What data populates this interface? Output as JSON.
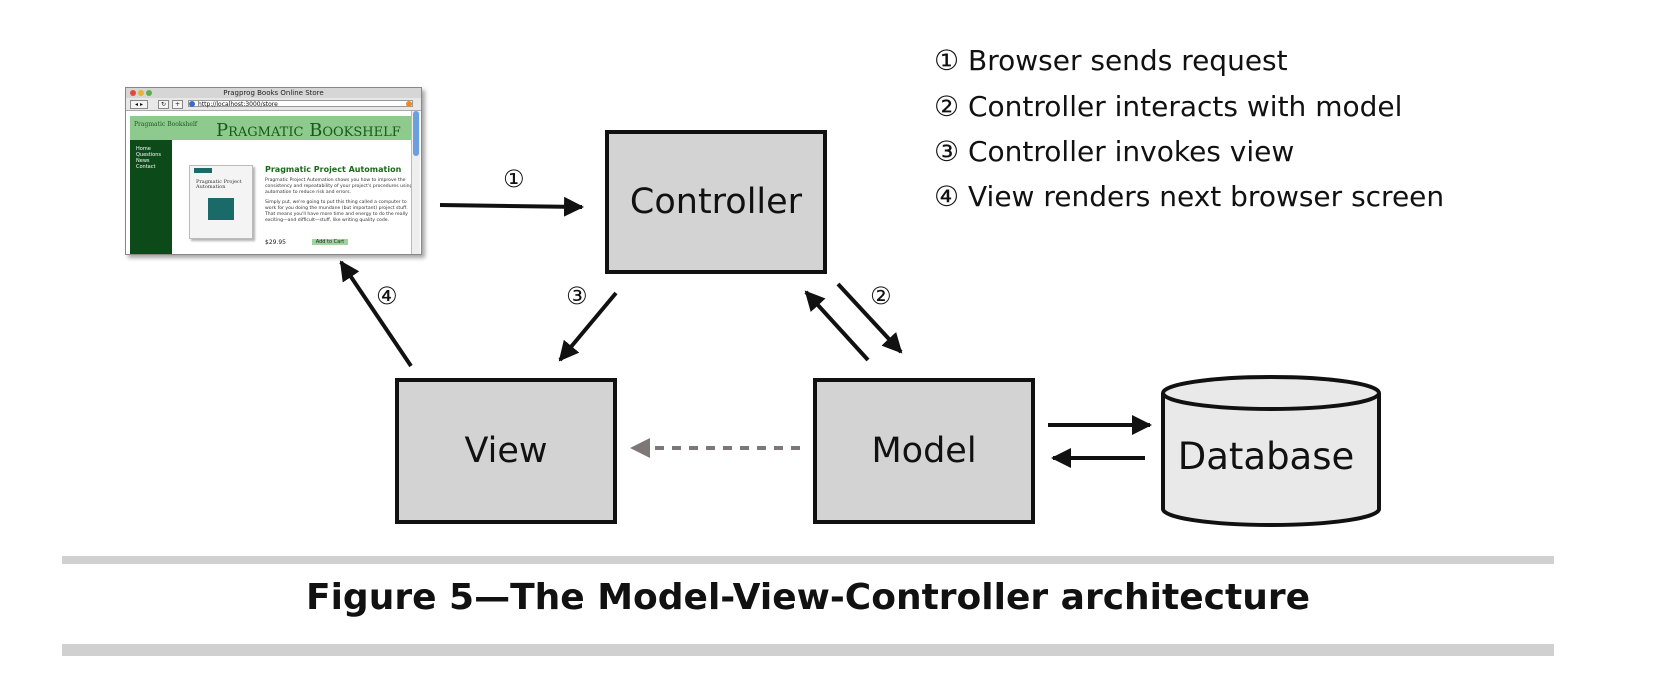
{
  "diagram": {
    "nodes": {
      "controller": "Controller",
      "view": "View",
      "model": "Model",
      "database": "Database"
    },
    "step_markers": {
      "one": "①",
      "two": "②",
      "three": "③",
      "four": "④"
    },
    "legend": [
      "① Browser sends request",
      "② Controller interacts with model",
      "③ Controller invokes view",
      "④ View renders next browser screen"
    ]
  },
  "browser": {
    "window_title": "Pragprog Books Online Store",
    "url": "http://localhost:3000/store",
    "logo": "Pragmatic Bookshelf",
    "banner": "Pragmatic Bookshelf",
    "sidebar_links": [
      "Home",
      "Questions",
      "News",
      "Contact"
    ],
    "book_cover_title": "Pragmatic Project Automation",
    "product_title": "Pragmatic Project Automation",
    "description_1": "Pragmatic Project Automation shows you how to improve the consistency and repeatability of your project's procedures using automation to reduce risk and errors.",
    "description_2": "Simply put, we're going to put this thing called a computer to work for you doing the mundane (but important) project stuff. That means you'll have more time and energy to do the really exciting—and difficult—stuff, like writing quality code.",
    "price": "$29.95",
    "add_to_cart": "Add to Cart"
  },
  "caption": "Figure 5—The Model-View-Controller architecture",
  "colors": {
    "box_fill": "#d3d3d3",
    "dashed_arrow": "#7f7777",
    "rule": "#d0d0d0",
    "site_green": "#8ec98e",
    "sidebar_green": "#0c4a1a"
  }
}
